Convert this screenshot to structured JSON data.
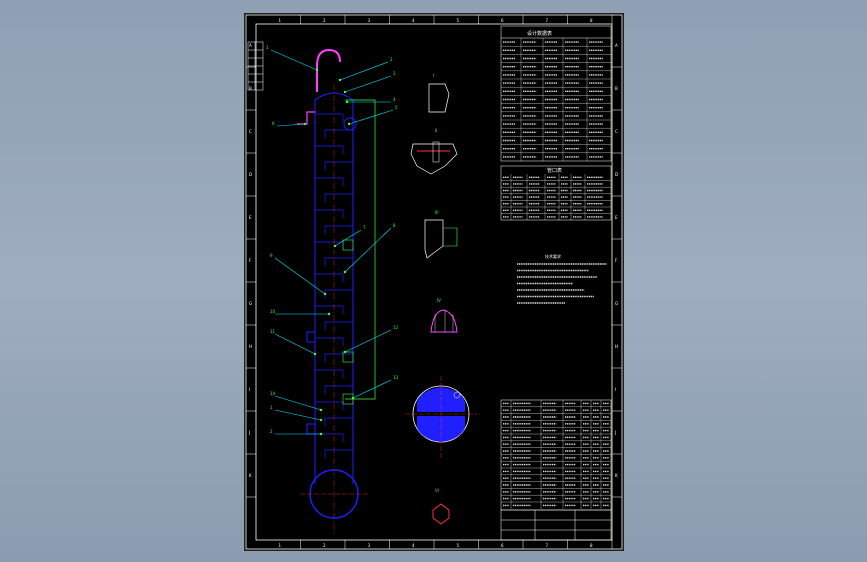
{
  "drawing": {
    "sheet_size": "867x562",
    "note_heading": "技术要求",
    "table1_heading": "设计数据表",
    "table2_heading": "管口表"
  },
  "colors": {
    "background_gradient_top": "#8fa0b4",
    "sheet": "#000000",
    "frame": "#ffffff",
    "column_body": "#2020ff",
    "leader": "#00e5ff",
    "annotation": "#40ff40",
    "guide": "#40ff40",
    "centerline": "#ff3030",
    "magenta": "#ff40ff"
  },
  "frame": {
    "top_zone_labels": [
      "1",
      "2",
      "3",
      "4",
      "5",
      "6",
      "7",
      "8"
    ],
    "side_zone_labels": [
      "A",
      "B",
      "C",
      "D",
      "E",
      "F",
      "G",
      "H",
      "I",
      "J",
      "K"
    ]
  },
  "leader_numbers": [
    "1",
    "2",
    "3",
    "4",
    "5",
    "6",
    "7",
    "8",
    "9",
    "10",
    "11",
    "12",
    "13",
    "14"
  ],
  "icons": [
    "nozzle-flange-icon",
    "tray-icon",
    "manway-icon",
    "support-skirt-icon"
  ]
}
